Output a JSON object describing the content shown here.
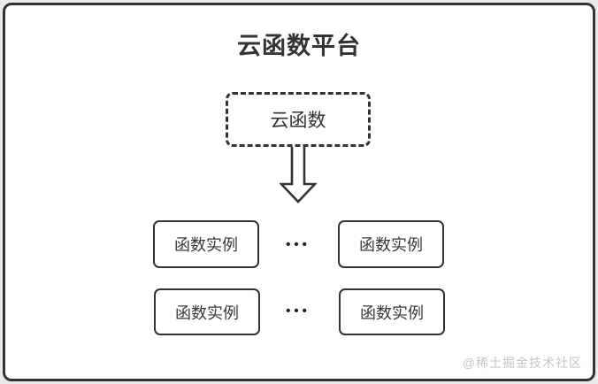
{
  "diagram": {
    "title": "云函数平台",
    "cloud_function_node": {
      "label": "云函数"
    },
    "instance_nodes": [
      {
        "label": "函数实例"
      },
      {
        "label": "函数实例"
      },
      {
        "label": "函数实例"
      },
      {
        "label": "函数实例"
      }
    ],
    "ellipsis_row1": "•••",
    "ellipsis_row2": "•••",
    "colors": {
      "stroke": "#333333",
      "canvas": "#ffffff",
      "page_background": "#ebebeb",
      "watermark_text": "#c5c5c5"
    }
  },
  "watermark": {
    "label": "@稀土掘金技术社区"
  }
}
